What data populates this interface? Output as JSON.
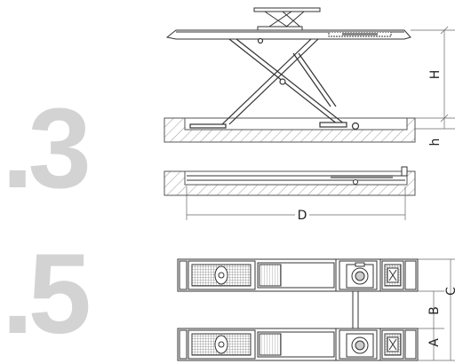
{
  "section_numbers": [
    ".3",
    ".5"
  ],
  "dimensions": {
    "H": "H",
    "h": "h",
    "D": "D",
    "A": "A",
    "B": "B",
    "C": "C"
  }
}
